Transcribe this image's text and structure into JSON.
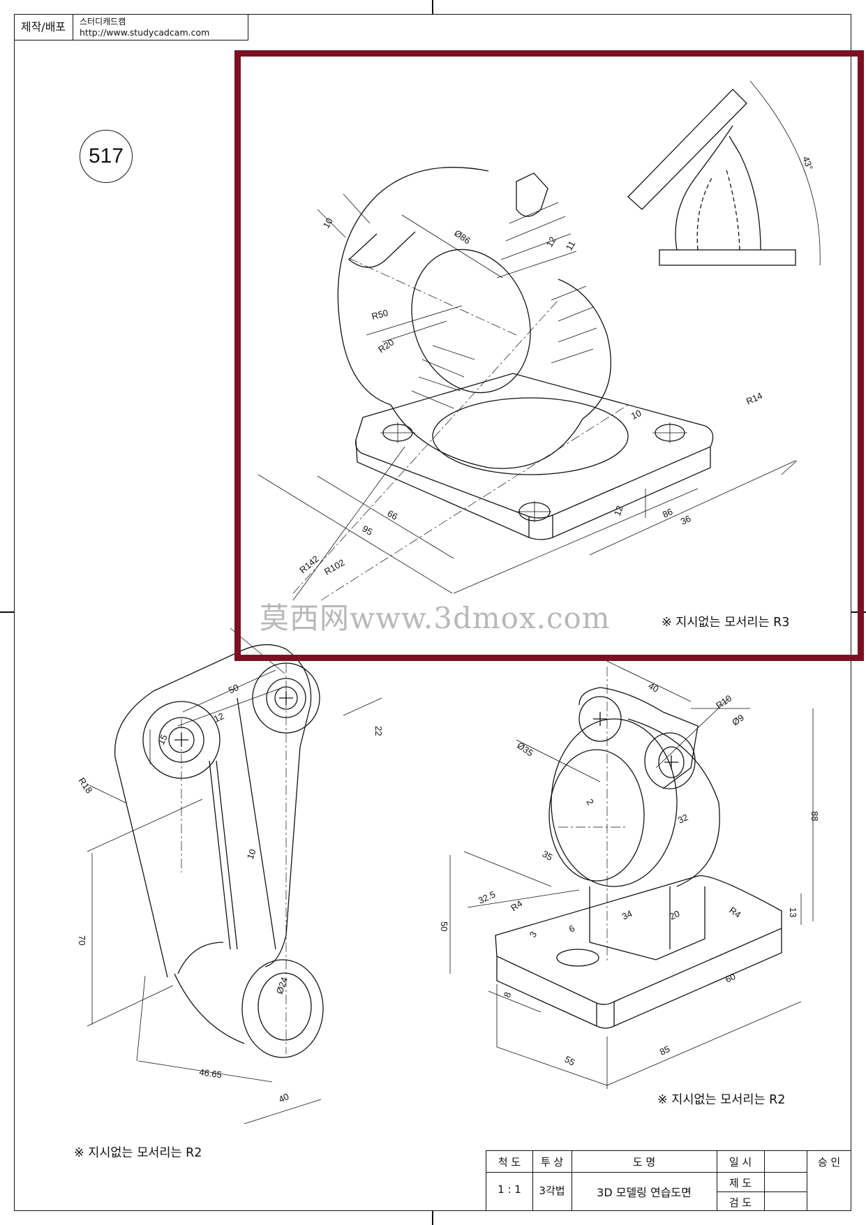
{
  "header": {
    "producer_label": "제작/배포",
    "producer_name": "스터디캐드캠",
    "producer_url": "http://www.studycadcam.com"
  },
  "drawing_number": "517",
  "watermark": "莫西网www.3dmox.com",
  "notes": {
    "top": "※ 지시없는 모서리는 R3",
    "bottom_left": "※ 지시없는 모서리는 R2",
    "bottom_right": "※ 지시없는 모서리는 R2"
  },
  "dims_top": {
    "d10": "10",
    "dia86": "Ø86",
    "d12": "12",
    "d11": "11",
    "r50": "R50",
    "r20": "R20",
    "a43": "43°",
    "r14": "R14",
    "d10b": "10",
    "d66": "66",
    "d95": "95",
    "d12b": "12",
    "d86": "86",
    "d36": "36",
    "r142": "R142",
    "r102": "R102"
  },
  "dims_left": {
    "d50": "50",
    "d15": "15",
    "d12": "12",
    "d22": "22",
    "r18": "R18",
    "d10": "10",
    "d70": "70",
    "dia24": "Ø24",
    "d4665": "46.65",
    "d40": "40"
  },
  "dims_right": {
    "d40": "40",
    "r10": "R10",
    "dia9": "Ø9",
    "dia35": "Ø35",
    "d2": "2",
    "d32": "32",
    "d88": "88",
    "d35": "35",
    "d325": "32.5",
    "r4a": "R4",
    "d3": "3",
    "d6": "6",
    "d34": "34",
    "d20": "20",
    "r4b": "R4",
    "d13": "13",
    "d50": "50",
    "d8": "8",
    "d60": "60",
    "d55": "55",
    "d85": "85"
  },
  "title_block": {
    "scale_label": "척 도",
    "projection_label": "투 상",
    "name_label": "도 명",
    "date_label": "일 시",
    "approve_label": "승 인",
    "scale_value": "1 : 1",
    "projection_value": "3각법",
    "name_value": "3D 모델링 연습도면",
    "draft_label": "제 도",
    "check_label": "검 도"
  }
}
